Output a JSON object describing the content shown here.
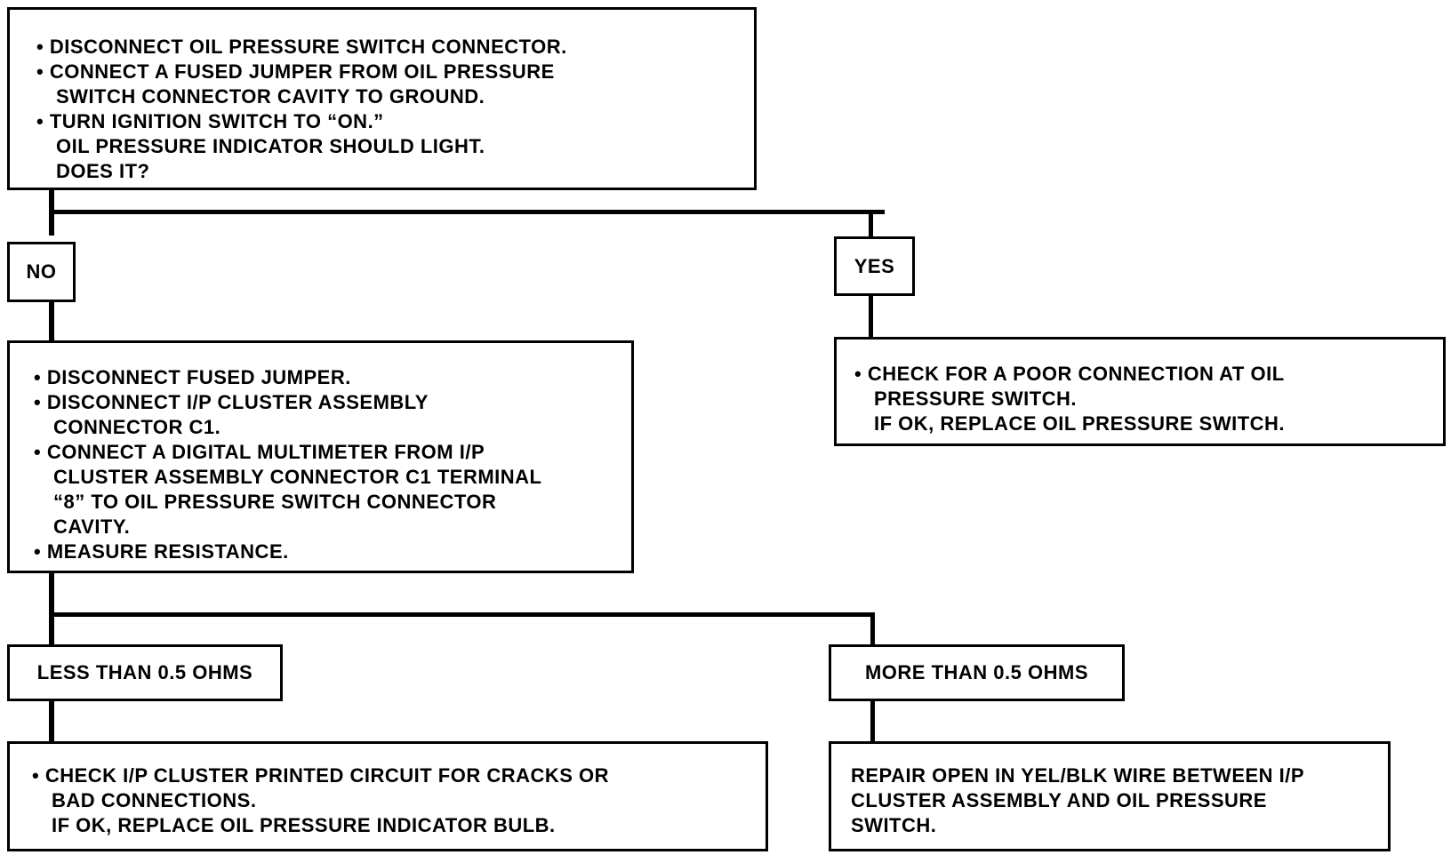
{
  "step1": {
    "bullets": [
      "DISCONNECT OIL PRESSURE SWITCH CONNECTOR.",
      [
        "CONNECT A FUSED JUMPER FROM OIL PRESSURE",
        "SWITCH CONNECTOR CAVITY TO GROUND."
      ],
      [
        "TURN IGNITION SWITCH TO “ON.”",
        "OIL PRESSURE INDICATOR SHOULD LIGHT.",
        "DOES IT?"
      ]
    ]
  },
  "branch1": {
    "no_label": "NO",
    "yes_label": "YES"
  },
  "yes_result": {
    "bullet_lines": [
      "CHECK FOR A POOR CONNECTION AT OIL",
      "PRESSURE SWITCH.",
      "IF OK, REPLACE OIL PRESSURE SWITCH."
    ]
  },
  "step2": {
    "bullets": [
      [
        "DISCONNECT FUSED JUMPER."
      ],
      [
        "DISCONNECT I/P CLUSTER ASSEMBLY",
        "CONNECTOR C1."
      ],
      [
        "CONNECT A DIGITAL MULTIMETER FROM I/P",
        "CLUSTER ASSEMBLY CONNECTOR C1 TERMINAL",
        "“8” TO OIL PRESSURE SWITCH CONNECTOR",
        "CAVITY."
      ],
      [
        "MEASURE RESISTANCE."
      ]
    ]
  },
  "branch2": {
    "less_label": "LESS THAN 0.5 OHMS",
    "more_label": "MORE THAN 0.5 OHMS"
  },
  "less_result": {
    "bullet_lines": [
      "CHECK I/P CLUSTER PRINTED CIRCUIT FOR CRACKS OR",
      "BAD CONNECTIONS.",
      "IF OK, REPLACE OIL PRESSURE INDICATOR BULB."
    ]
  },
  "more_result": {
    "lines": [
      "REPAIR OPEN IN YEL/BLK WIRE BETWEEN I/P",
      "CLUSTER ASSEMBLY AND OIL PRESSURE",
      "SWITCH."
    ]
  },
  "colors": {
    "line": "#000000",
    "background": "#ffffff"
  }
}
